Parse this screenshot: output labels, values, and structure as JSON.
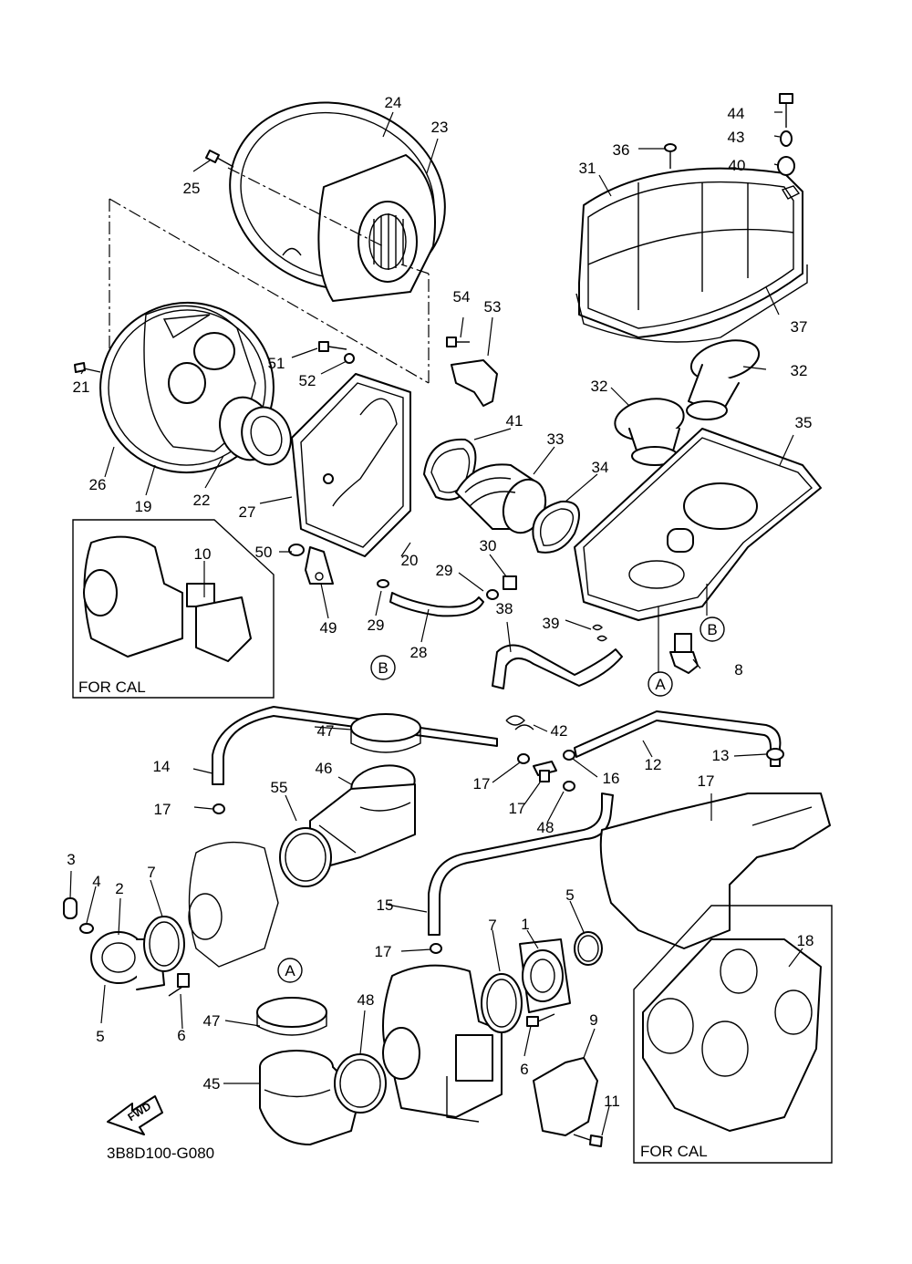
{
  "diagram": {
    "code": "3B8D100-G080",
    "fwd_label": "FWD",
    "inset_labels": [
      "FOR CAL",
      "FOR CAL"
    ],
    "ref_circles": [
      "A",
      "B",
      "B",
      "A"
    ],
    "callouts": [
      "24",
      "23",
      "25",
      "44",
      "43",
      "36",
      "31",
      "40",
      "54",
      "53",
      "37",
      "51",
      "52",
      "21",
      "32",
      "32",
      "41",
      "33",
      "35",
      "26",
      "22",
      "19",
      "27",
      "34",
      "10",
      "50",
      "30",
      "29",
      "20",
      "38",
      "39",
      "49",
      "29",
      "28",
      "8",
      "B",
      "A",
      "42",
      "47",
      "46",
      "14",
      "12",
      "13",
      "17",
      "17",
      "16",
      "17",
      "48",
      "55",
      "17",
      "3",
      "4",
      "2",
      "7",
      "15",
      "5",
      "1",
      "7",
      "17",
      "18",
      "6",
      "48",
      "47",
      "9",
      "6",
      "5",
      "45",
      "11"
    ]
  }
}
